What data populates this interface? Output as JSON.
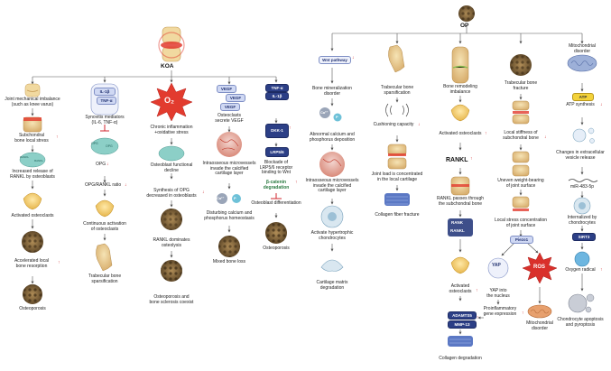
{
  "colors": {
    "arrow": "#555555",
    "up": "#d0262d",
    "down": "#d0262d",
    "navy": "#2c3f86",
    "lavender": "#cfd8f3",
    "bone": "#f1d9a0",
    "cartilage": "#d9e7f0",
    "red": "#e23b2e",
    "teal": "#8ccfc7"
  },
  "koa": {
    "title": "KOA",
    "col1": {
      "texts": [
        "Joint mechanical imbalance\n(such as knee varus)",
        "Subchondral\nbone local stress",
        "Increased release of\nRANKL by osteoblasts",
        "Activated osteoclasts",
        "Accelerated local\nbone resorption",
        "Osteoporosis"
      ],
      "rankl_tags": [
        "RANKL",
        "RANKL",
        "RANKL",
        "RANKL"
      ]
    },
    "col2": {
      "badges": [
        "IL-1β",
        "TNF-α"
      ],
      "texts": [
        "Synovitis mediators\n(IL-6, TNF-α)",
        "OPG",
        "OPG/RANKL ratio",
        "Continuous activation\nof osteoclasts",
        "Trabecular bone\nsparsification"
      ],
      "opg_tags": [
        "OPG",
        "OPG",
        "OPG"
      ]
    },
    "col3": {
      "burst": "O₂",
      "texts": [
        "Chronic inflammation\n+oxidative stress",
        "Osteoblast functional\ndecline",
        "Synthesis of OPG\ndecreased in osteoblasts",
        "RANKL dominates\nosteolysis",
        "Osteoporosis and\nbone sclerosis coexist"
      ]
    },
    "col4": {
      "badges": [
        "VEGF",
        "VEGF",
        "VEGF"
      ],
      "texts": [
        "Osteoclasts\nsecrete VEGF",
        "Intraosseous microvessels\ninvade the calcified\ncartilage layer",
        "Disturbing calcium and\nphosphorus homeostasis",
        "Mixed bone loss"
      ],
      "ion_labels": [
        "Ca²⁺",
        "P"
      ]
    },
    "col5": {
      "badges": [
        "TNF-α",
        "IL-1β",
        "DKK-1",
        "LRP5/6"
      ],
      "texts": [
        "Blockade of\nLRP5/6 receptor\nbinding to Wnt",
        "β-catenin\ndegradation",
        "Osteoblast differentiation",
        "Osteoporosis"
      ]
    }
  },
  "op": {
    "title": "OP",
    "col1": {
      "wnt": "Wnt pathway",
      "texts": [
        "Bone mineralization\ndisorder",
        "Abnormal calcium and\nphosphorus deposition",
        "Intraosseous microvessels\ninvade the calcified\ncartilage layer",
        "Activate hypertrophic\nchondrocytes",
        "Cartilage matrix\ndegradation"
      ],
      "ion_labels": [
        "Ca²⁺",
        "P",
        "Ca²⁺",
        "P"
      ]
    },
    "col2": {
      "texts": [
        "Trabecular bone\nsparsification",
        "Cushioning capacity",
        "Joint load is concentrated\nin the local cartilage",
        "Collagen fiber fracture"
      ]
    },
    "col3": {
      "badges": [
        "RANKL",
        "RANK",
        "RANKL",
        "ADAMTS5",
        "MMP-13"
      ],
      "texts": [
        "Bone remodeling\nimbalance",
        "Activated osteoclasts",
        "RANKL passes through\nthe subchondral bone",
        "Activated\nosteoclasts",
        "Collagen degradation"
      ]
    },
    "col4": {
      "badges": [
        "Piezo1",
        "YAP",
        "ROS"
      ],
      "texts": [
        "Trabecular bone\nfracture",
        "Local stiffness of\nsubchondral bone",
        "Uneven weight-bearing\nof joint surface",
        "Local stress concentration\nof joint surface",
        "YAP into\nthe nucleus",
        "Proinflammatory\ngene expression",
        "Mitochondrial\ndisorder"
      ]
    },
    "col5": {
      "badges": [
        "ATP",
        "SIRT3"
      ],
      "texts": [
        "Mitochondrial\ndisorder",
        "ATP synthesis",
        "Changes in extracellular\nvesicle release",
        "miR-483-5p",
        "Internalized by\nchondrocytes",
        "Oxygen radical",
        "Chondrocyte apoptosis\nand pyroptosis"
      ]
    }
  }
}
